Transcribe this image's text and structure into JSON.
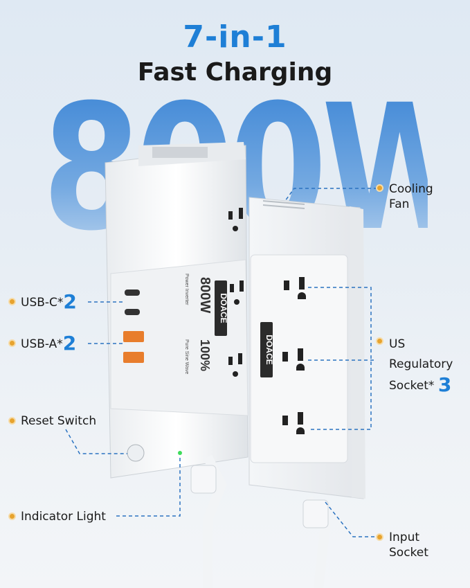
{
  "headline": {
    "line1": "7-in-1",
    "line2": "Fast Charging"
  },
  "big_wattage": "800W",
  "brand": "DOACE",
  "device_print": {
    "power": "800W",
    "power_sub": "Power Inverter",
    "efficiency": "100%",
    "efficiency_sub": "Pure Sine Wave"
  },
  "labels": {
    "cooling_fan_1": "Cooling",
    "cooling_fan_2": "Fan",
    "usb_c": "USB-C*",
    "usb_c_count": "2",
    "usb_a": "USB-A*",
    "usb_a_count": "2",
    "us_1": "US",
    "us_2": "Regulatory",
    "us_3": "Socket*",
    "us_count": "3",
    "reset_switch": "Reset Switch",
    "indicator_light": "Indicator Light",
    "input_1": "Input",
    "input_2": "Socket"
  },
  "colors": {
    "accent_blue": "#1e7fd6",
    "bullet_orange": "#e7a32e",
    "indicator_green": "#3ddc5a"
  }
}
